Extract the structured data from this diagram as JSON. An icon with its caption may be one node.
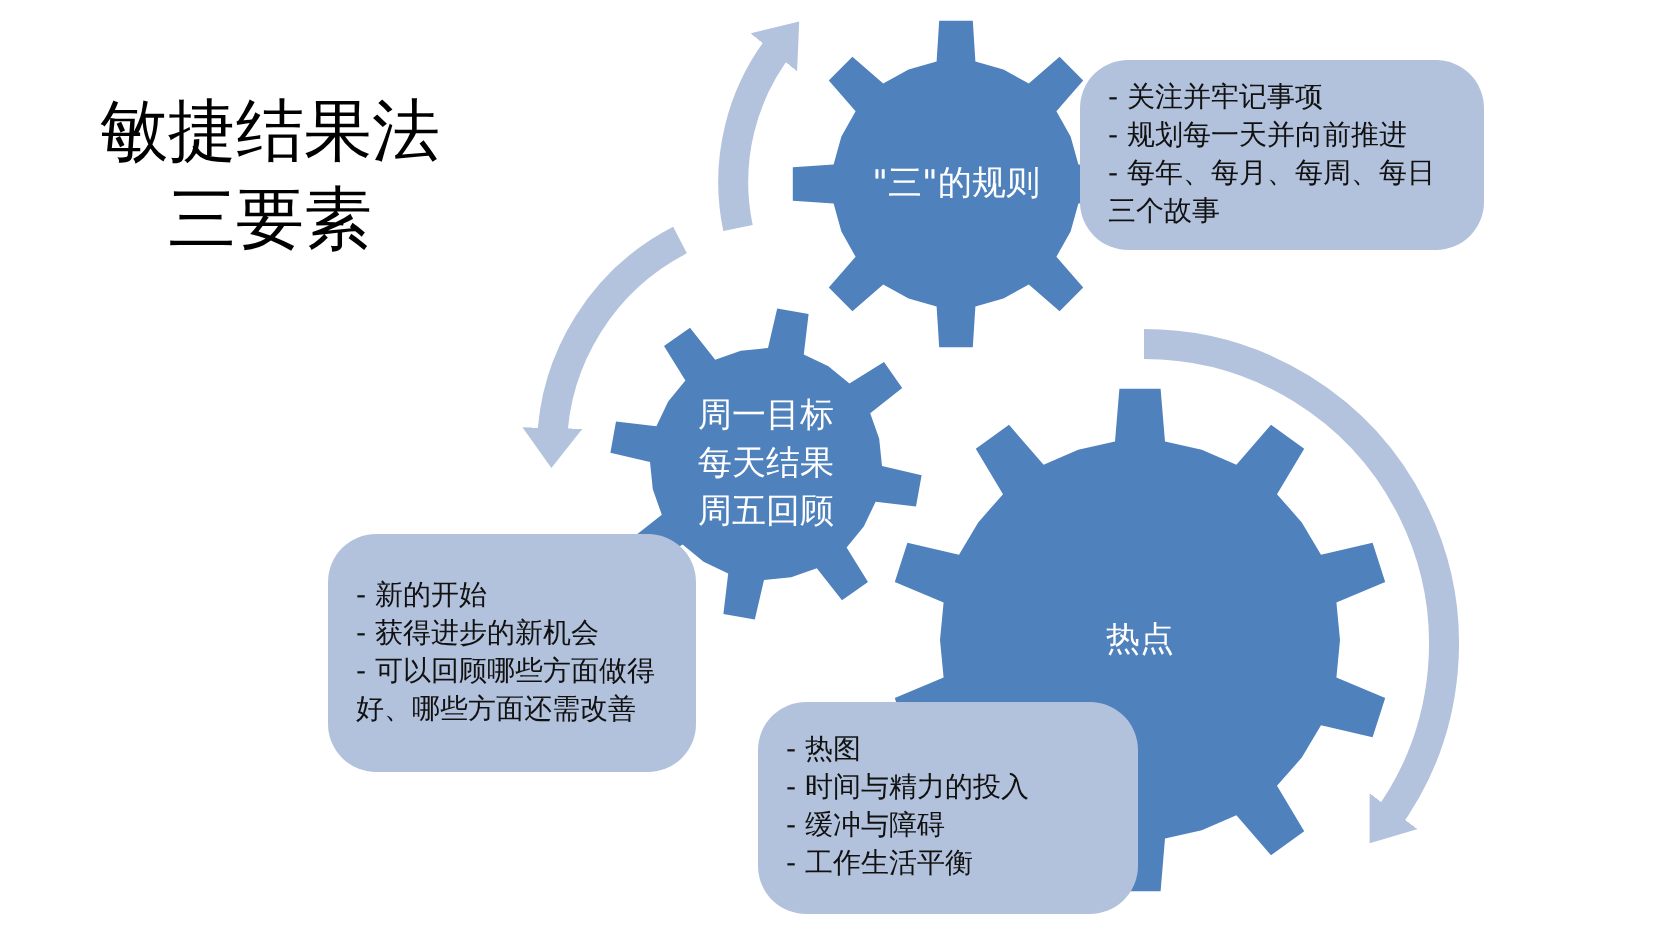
{
  "diagram": {
    "title": "敏捷结果法三要素",
    "nodes": [
      {
        "text": [
          "\"三\"的规则"
        ]
      },
      {
        "text": [
          "- 关注并牢记事项",
          "- 规划每一天并向前推进",
          "- 每年、每月、每周、每日三个故事"
        ]
      },
      {
        "text": [
          "周一目标",
          "每天结果",
          "周五回顾"
        ]
      },
      {
        "text": [
          "- 新的开始",
          "- 获得进步的新机会",
          "- 可以回顾哪些方面做得好、哪些方面还需改善"
        ]
      },
      {
        "text": [
          "热点"
        ]
      },
      {
        "text": [
          "- 热图",
          "- 时间与精力的投入",
          "- 缓冲与障碍",
          "- 工作生活平衡"
        ]
      }
    ]
  }
}
